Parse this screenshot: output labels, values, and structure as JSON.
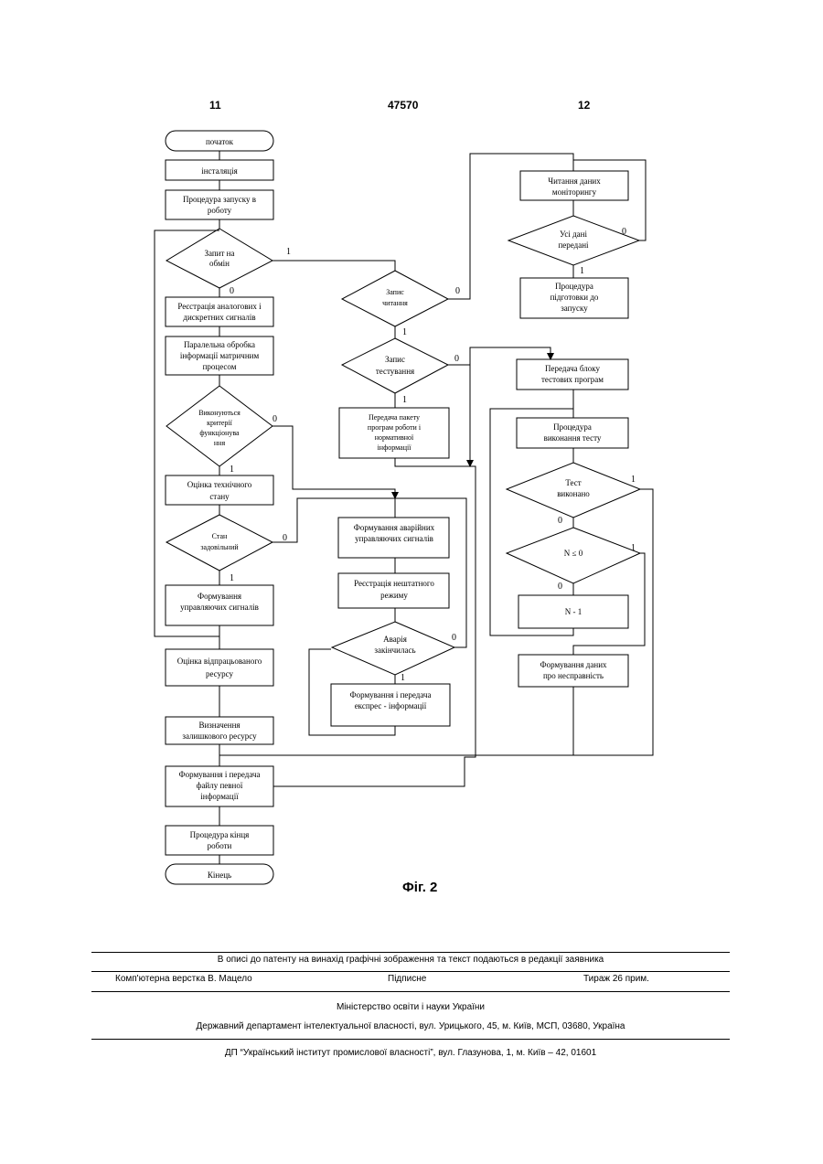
{
  "header": {
    "page_left": "11",
    "patent_number": "47570",
    "page_right": "12"
  },
  "diagram": {
    "blocks": {
      "start": "початок",
      "install": "інсталяція",
      "launch_1": "Процедура запуску в",
      "launch_2": "роботу",
      "exchange_1": "Запит на",
      "exchange_2": "обмін",
      "register_1": "Реєстрація аналогових і",
      "register_2": "дискретних сигналів",
      "parallel_1": "Паралельна обробка",
      "parallel_2": "інформації матричним",
      "parallel_3": "процесом",
      "criteria_1": "Виконуються",
      "criteria_2": "критерії",
      "criteria_3": "функціонува",
      "criteria_4": "ння",
      "tech_1": "Оцінка технічного",
      "tech_2": "стану",
      "state_1": "Стан",
      "state_2": "задовільний",
      "ctrl_1": "Формування",
      "ctrl_2": "управляючих сигналів",
      "worked_1": "Оцінка відпрацьованого",
      "worked_2": "ресурсу",
      "residual_1": "Визначення",
      "residual_2": "залишкового ресурсу",
      "file_1": "Формування і передача",
      "file_2": "файлу певної",
      "file_3": "інформації",
      "end_proc_1": "Процедура кінця",
      "end_proc_2": "роботи",
      "end": "Кінець",
      "read_req_1": "Запис",
      "read_req_2": "читання",
      "test_req_1": "Запис",
      "test_req_2": "тестування",
      "packet_1": "Передача пакету",
      "packet_2": "програм роботи і",
      "packet_3": "нормативної",
      "packet_4": "інформації",
      "alarm_1": "Формування аварійних",
      "alarm_2": "управляючих сигналів",
      "abnormal_1": "Реєстрація нештатного",
      "abnormal_2": "режиму",
      "acc_1": "Аварія",
      "acc_2": "закінчилась",
      "express_1": "Формування і передача",
      "express_2": "експрес - інформації",
      "monitor_1": "Читання даних",
      "monitor_2": "моніторингу",
      "alldata_1": "Усі дані",
      "alldata_2": "передані",
      "prep_1": "Процедура",
      "prep_2": "підготовки до",
      "prep_3": "запуску",
      "testblock_1": "Передача блоку",
      "testblock_2": "тестових програм",
      "testproc_1": "Процедура",
      "testproc_2": "виконання тесту",
      "testdone_1": "Тест",
      "testdone_2": "виконано",
      "ncond": "N ≤ 0",
      "ndec": "N - 1",
      "fault_1": "Формування даних",
      "fault_2": "про несправність"
    },
    "labels": {
      "one": "1",
      "zero": "0"
    }
  },
  "figure_caption": "Фіг. 2",
  "footer": {
    "note": "В описі до патенту на винахід графічні зображення та текст подаються в редакції заявника",
    "layout_by": "Комп'ютерна верстка В. Мацело",
    "subscription": "Підписне",
    "circulation": "Тираж 26 прим.",
    "ministry": "Міністерство освіти і науки України",
    "department": "Державний департамент інтелектуальної власності, вул. Урицького, 45, м. Київ, МСП, 03680, Україна",
    "institute": "ДП “Український інститут промислової власності”, вул. Глазунова, 1, м. Київ – 42, 01601"
  }
}
